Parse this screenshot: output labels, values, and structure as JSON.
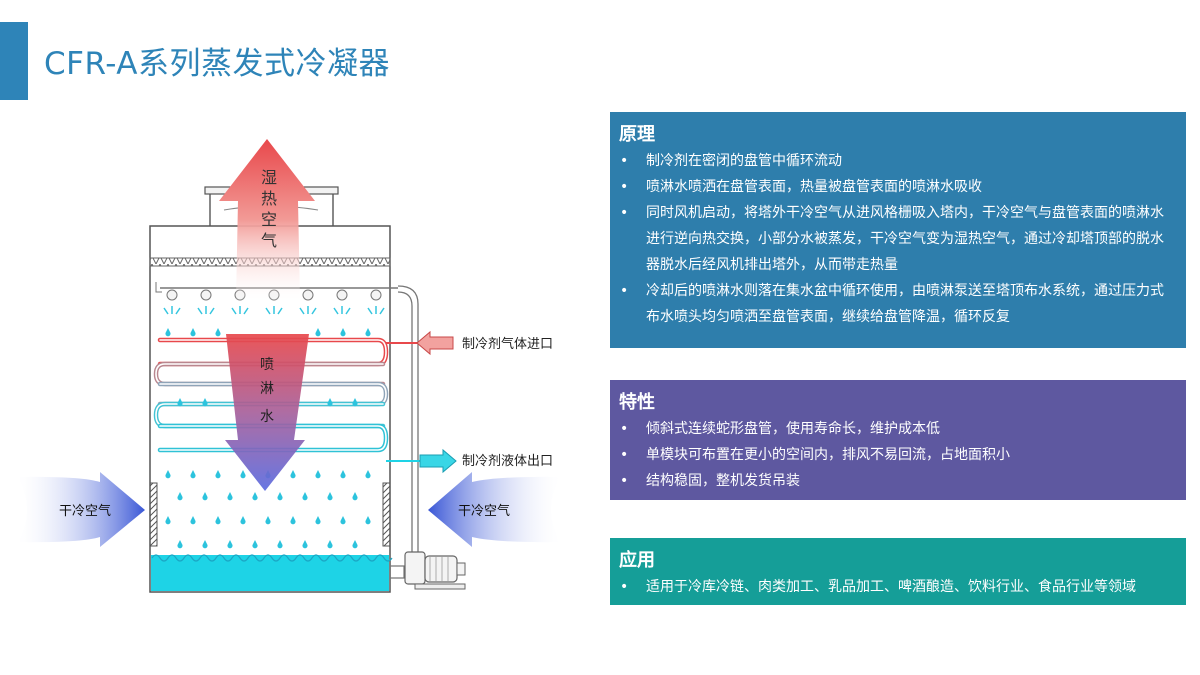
{
  "title": "CFR-A系列蒸发式冷凝器",
  "diagram": {
    "exhaust_label": [
      "湿",
      "热",
      "空",
      "气"
    ],
    "spray_label": [
      "喷",
      "淋",
      "水"
    ],
    "gas_inlet": "制冷剂气体进口",
    "liquid_outlet": "制冷剂液体出口",
    "air_left": "干冷空气",
    "air_right": "干冷空气"
  },
  "sections": {
    "principle": {
      "heading": "原理",
      "items": [
        "制冷剂在密闭的盘管中循环流动",
        "喷淋水喷洒在盘管表面，热量被盘管表面的喷淋水吸收",
        "同时风机启动，将塔外干冷空气从进风格栅吸入塔内，干冷空气与盘管表面的喷淋水进行逆向热交换，小部分水被蒸发，干冷空气变为湿热空气，通过冷却塔顶部的脱水器脱水后经风机排出塔外，从而带走热量",
        "冷却后的喷淋水则落在集水盆中循环使用，由喷淋泵送至塔顶布水系统，通过压力式布水喷头均匀喷洒至盘管表面，继续给盘管降温，循环反复"
      ]
    },
    "features": {
      "heading": "特性",
      "items": [
        "倾斜式连续蛇形盘管，使用寿命长，维护成本低",
        "单模块可布置在更小的空间内，排风不易回流，占地面积小",
        "结构稳固，整机发货吊装"
      ]
    },
    "applications": {
      "heading": "应用",
      "items": [
        "适用于冷库冷链、肉类加工、乳品加工、啤酒酿造、饮料行业、食品行业等领域"
      ]
    }
  },
  "bullet": "•",
  "colors": {
    "title": "#2e84b8",
    "principle_bg": "#2e7eac",
    "features_bg": "#5e58a0",
    "applications_bg": "#159e98",
    "water": "#1ed3e6",
    "hot": "#e8484b",
    "cold_arrow": "#3a57d6"
  }
}
